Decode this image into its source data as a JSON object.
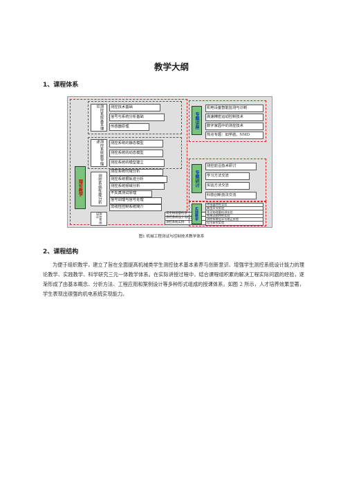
{
  "title": "教学大纲",
  "section1": {
    "heading": "1、课程体系"
  },
  "figure": {
    "root_label": "理论教学",
    "left_groups": [
      {
        "label": "测控系统基本理论",
        "items": [
          "测控技术基础",
          "信号与系统分析基础",
          "传感器原理"
        ]
      },
      {
        "label": "测控系统数学描述",
        "items": [
          "测控系统的静态模型",
          "测控系统的动态模型",
          "测控系统的模型建立"
        ]
      },
      {
        "label": "测控系统性能分析",
        "items": [
          "测控系统时域分析",
          "测控系统根轨迹分析",
          "测控系统频域分析",
          "不失真测试原理",
          "信号调理与信号处理",
          "非线性控制系统简介"
        ]
      },
      {
        "label": "测控系统设计",
        "items": [
          "常见物理量检测",
          "测控系统设计与校正",
          "测控系统实例"
        ]
      }
    ],
    "right_groups": [
      {
        "tag": "专题讲座",
        "items": [
          "机电设备智能监测与诊断",
          "高速精密运动控制技术",
          "数字家园中的测控技术",
          "热点专题：如学航、NMD"
        ]
      },
      {
        "tag": "专题研讨",
        "items": [
          "测控前沿技术研讨",
          "学习方法交流",
          "实验方法交流",
          "科技创新技法交流"
        ]
      },
      {
        "tag": "实践教学",
        "items": [
          "传感器特性实验",
          "典型环节实验",
          "常见物理量检测实验",
          "系统动态特性实验",
          "测控系统设计与校正实验",
          "自主研究实验"
        ]
      }
    ],
    "caption": "图1  机械工程测试与控制技术教学体系",
    "colors": {
      "tag_fill": "#79c37c",
      "dash": "#dd2222",
      "fig_bg": "#dfdfdf"
    }
  },
  "section2": {
    "heading": "2、课程结构",
    "paragraph": "为便于组织教学，建立了旨在全面提高机械类学生测控技术基本素养与创新意识、增强学生测控系统设计能力的理论教学、实践教学、科学研究三元一体教学体系。在实际讲授过程中，结合课程组积累的解决工程实际问题的经验，逐渐形成了由基本概念、分析方法、工程应用和案例设计等多种形式组成的授课体系，如图 2 所示，人才培养效果显著，学生表现出很强的机电系统实现能力。"
  }
}
